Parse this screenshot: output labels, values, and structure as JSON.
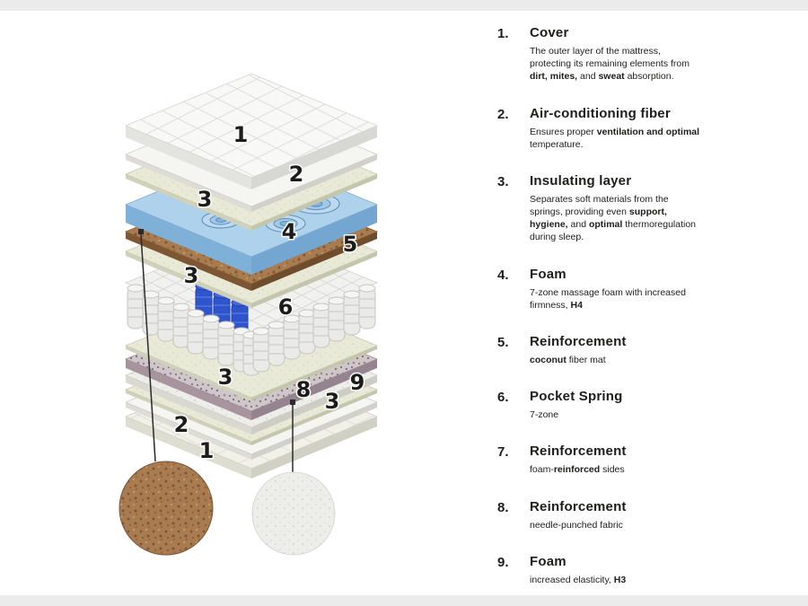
{
  "diagram": {
    "labels": [
      "1",
      "2",
      "3",
      "4",
      "5",
      "3",
      "6",
      "3",
      "8",
      "9",
      "3",
      "2",
      "1"
    ],
    "colors": {
      "foam_blue": "#aed2ec",
      "foam_blue_side_left": "#7fb0d8",
      "foam_blue_side_right": "#74a6d2",
      "spring_blue": "#2f55cc",
      "coconut_brown": "#a87c50",
      "needle_fabric": "#cfc6ca"
    },
    "insets": [
      {
        "name": "coconut-fiber-texture"
      },
      {
        "name": "foam-texture"
      }
    ]
  },
  "legend": {
    "items": [
      {
        "number": "1.",
        "title": "Cover",
        "description": [
          {
            "t": "The outer layer of the mattress, protecting its remaining elements from ",
            "b": false
          },
          {
            "t": "dirt, mites,",
            "b": true
          },
          {
            "t": " and ",
            "b": false
          },
          {
            "t": "sweat",
            "b": true
          },
          {
            "t": " absorption.",
            "b": false
          }
        ]
      },
      {
        "number": "2.",
        "title": "Air-conditioning fiber",
        "description": [
          {
            "t": "Ensures proper ",
            "b": false
          },
          {
            "t": "ventilation and optimal",
            "b": true
          },
          {
            "t": " temperature.",
            "b": false
          }
        ]
      },
      {
        "number": "3.",
        "title": "Insulating layer",
        "description": [
          {
            "t": "Separates soft materials from the springs, providing even ",
            "b": false
          },
          {
            "t": "support, hygiene,",
            "b": true
          },
          {
            "t": " and ",
            "b": false
          },
          {
            "t": "optimal",
            "b": true
          },
          {
            "t": " thermoregulation during sleep.",
            "b": false
          }
        ]
      },
      {
        "number": "4.",
        "title": "Foam",
        "description": [
          {
            "t": "7-zone massage foam with increased firmness, ",
            "b": false
          },
          {
            "t": "H4",
            "b": true
          }
        ]
      },
      {
        "number": "5.",
        "title": "Reinforcement",
        "description": [
          {
            "t": "coconut",
            "b": true
          },
          {
            "t": " fiber mat",
            "b": false
          }
        ]
      },
      {
        "number": "6.",
        "title": "Pocket Spring",
        "description": [
          {
            "t": "7-zone",
            "b": false
          }
        ]
      },
      {
        "number": "7.",
        "title": "Reinforcement",
        "description": [
          {
            "t": "foam-",
            "b": false
          },
          {
            "t": "reinforced",
            "b": true
          },
          {
            "t": " sides",
            "b": false
          }
        ]
      },
      {
        "number": "8.",
        "title": "Reinforcement",
        "description": [
          {
            "t": "needle-punched fabric",
            "b": false
          }
        ]
      },
      {
        "number": "9.",
        "title": "Foam",
        "description": [
          {
            "t": "increased elasticity, ",
            "b": false
          },
          {
            "t": "H3",
            "b": true
          }
        ]
      }
    ]
  }
}
